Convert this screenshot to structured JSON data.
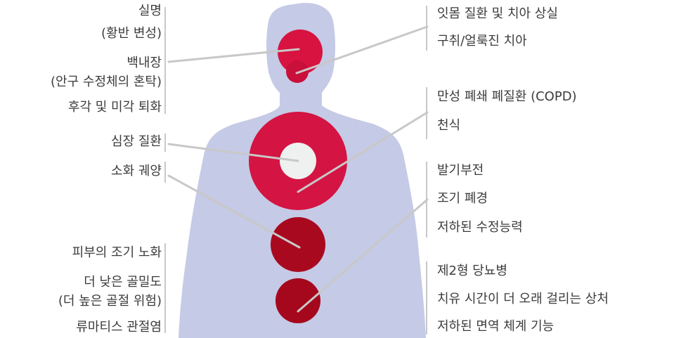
{
  "colors": {
    "body": "#c5cae6",
    "head_organ": "#d8133f",
    "mouth_organ": "#c8103a",
    "lung_organ": "#d41442",
    "heart": "#eef1ef",
    "stomach": "#a8091f",
    "pancreas": "#a5081d",
    "leader_line": "#c8c8c8"
  },
  "left_groups": [
    {
      "items": [
        "실명",
        "(황반 변성)",
        "백내장",
        "(안구 수정체의 혼탁)",
        "후각 및 미각 퇴화"
      ]
    },
    {
      "items": [
        "심장 질환"
      ]
    },
    {
      "items": [
        "소화 궤양"
      ]
    },
    {
      "items": [
        "피부의 조기 노화",
        "더 낮은 골밀도",
        "(더 높은 골절 위험)",
        "류마티스 관절염"
      ]
    }
  ],
  "right_groups": [
    {
      "items": [
        "잇몸 질환 및 치아 상실",
        "구취/얼룩진 치아"
      ]
    },
    {
      "items": [
        "만성 폐쇄 폐질환 (COPD)",
        "천식"
      ]
    },
    {
      "items": [
        "발기부전",
        "조기 폐경",
        "저하된 수정능력"
      ]
    },
    {
      "items": [
        "제2형 당뇨병",
        "치유 시간이 더 오래 걸리는 상처",
        "저하된 면역 체계 기능"
      ]
    }
  ]
}
